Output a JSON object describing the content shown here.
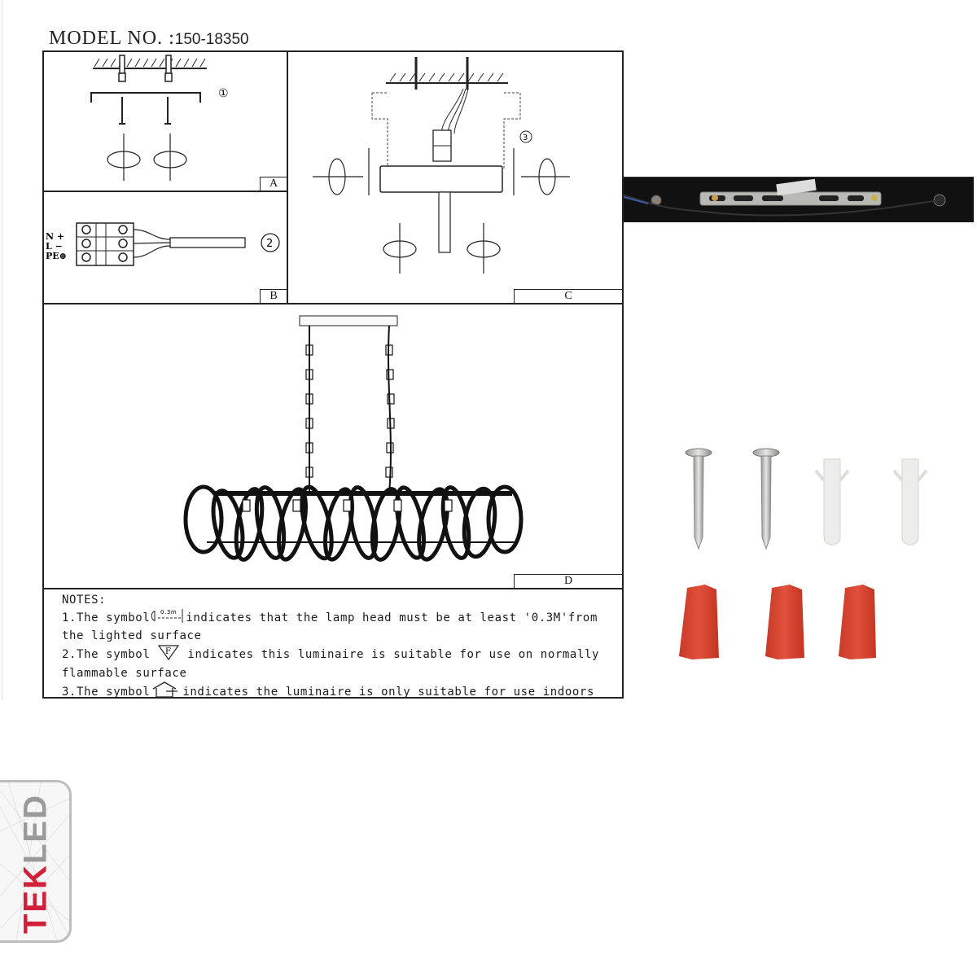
{
  "header": {
    "model_label": "MODEL NO. :",
    "model_number": "150-18350"
  },
  "panels": {
    "A": {
      "tag": "A",
      "step": "①"
    },
    "B": {
      "tag": "B",
      "step": "②",
      "terminal_labels": [
        "N +",
        "L −",
        "PE⊕"
      ]
    },
    "C": {
      "tag": "C",
      "step": "③"
    },
    "D": {
      "tag": "D"
    }
  },
  "notes": {
    "title": "NOTES:",
    "items": [
      {
        "prefix": "1.The symbol",
        "symbol_text": "0.3m",
        "text": "indicates that the lamp head must be at least '0.3M'from",
        "continuation": "the lighted surface"
      },
      {
        "prefix": "2.The symbol",
        "symbol_text": "F",
        "text": "indicates this luminaire is suitable for use on normally",
        "continuation": "flammable surface"
      },
      {
        "prefix": "3.The symbol",
        "symbol_text": "",
        "text": "indicates the luminaire is only suitable for use indoors",
        "continuation": ""
      }
    ]
  },
  "parts": {
    "screws": 2,
    "wall_plugs": 2,
    "wire_connectors": 3,
    "connector_color": "#d9402c"
  },
  "logo": {
    "brand_part1": "TEK",
    "brand_part2": "LED",
    "accent_color": "#d3203a",
    "secondary_color": "#9a9a9a"
  }
}
